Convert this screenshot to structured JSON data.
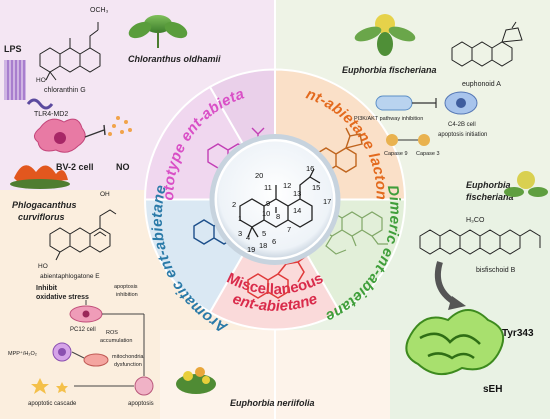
{
  "colors": {
    "pink": "#d94fc6",
    "orange": "#e36a1e",
    "green": "#3f9e3a",
    "red": "#d92b4b",
    "teal": "#2a7aa8",
    "bg_pink": "#f4e6f3",
    "bg_orange": "#fbe9d8",
    "bg_green": "#e7f2e3",
    "bg_red": "#fbe5e6",
    "bg_blue": "#e4eff7"
  },
  "sectors": {
    "prototype": "Prototype ent-abietane",
    "lactone": "Ent-abietane lactone",
    "dimeric": "Dimeric ent-abietane",
    "misc_line1": "Miscellaneous",
    "misc_line2": "ent-abietane",
    "aromatic": "Aromatic ent-abietane"
  },
  "top_left": {
    "lps": "LPS",
    "ome": "OCH₃",
    "compound": "chloranthin G",
    "receptor": "TLR4-MD2",
    "plant": "Chloranthus oldhamii",
    "cell": "BV-2 cell",
    "no": "NO"
  },
  "top_right": {
    "plant": "Euphorbia fischeriana",
    "compound": "euphonoid A",
    "pathway": "PI3K/AKT pathway inhibition",
    "cell": "C4-2B cell",
    "apoptosis": "apoptosis initiation",
    "caspase9": "Capase 9",
    "caspase3": "Capase 3"
  },
  "right": {
    "plant_line1": "Euphorbia",
    "plant_line2": "fischeriana",
    "h3co": "H₃CO",
    "compound": "bisfischoid B",
    "residue": "Tyr343",
    "enzyme": "sEH"
  },
  "left": {
    "plant_line1": "Phlogacanthus",
    "plant_line2": "curviflorus",
    "oh": "OH",
    "ho": "HO",
    "compound": "abientaphlogatone E",
    "inhibit_line1": "Inhibit",
    "inhibit_line2": "oxidative stress",
    "pc12": "PC12 cell",
    "mpp": "MPP⁺/H₂O₂",
    "apop_inhib_line1": "apoptosis",
    "apop_inhib_line2": "inhibition",
    "ros_line1": "ROS",
    "ros_line2": "accumulation",
    "mito_line1": "mitochondrial",
    "mito_line2": "dysfunction",
    "cascade": "apoptotic cascade",
    "apoptosis": "apoptosis"
  },
  "bottom": {
    "plant": "Euphorbia neriifolia"
  },
  "center_numbers": [
    "1",
    "2",
    "3",
    "4",
    "5",
    "6",
    "7",
    "8",
    "9",
    "10",
    "11",
    "12",
    "13",
    "14",
    "15",
    "16",
    "17",
    "18",
    "19",
    "20"
  ]
}
